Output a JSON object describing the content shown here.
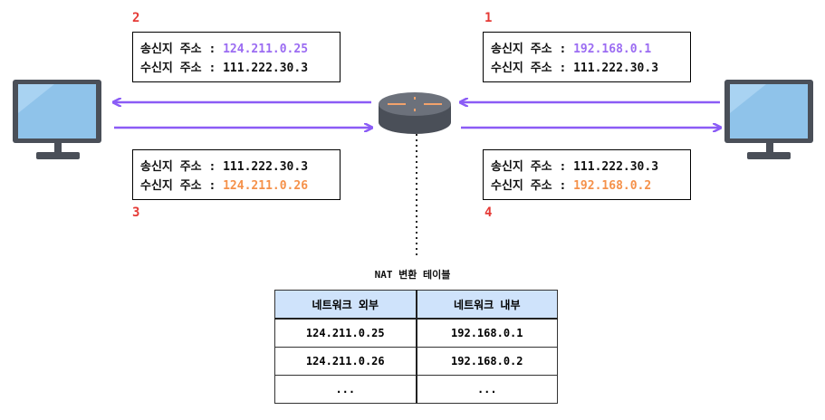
{
  "steps": [
    {
      "num": "2",
      "src_label": "송신지 주소 : ",
      "src": "124.211.0.25",
      "dst_label": "수신지 주소 : ",
      "dst": "111.222.30.3"
    },
    {
      "num": "1",
      "src_label": "송신지 주소 : ",
      "src": "192.168.0.1",
      "dst_label": "수신지 주소 : ",
      "dst": "111.222.30.3"
    },
    {
      "num": "3",
      "src_label": "송신지 주소 : ",
      "src": "111.222.30.3",
      "dst_label": "수신지 주소 : ",
      "dst": "124.211.0.26"
    },
    {
      "num": "4",
      "src_label": "송신지 주소 : ",
      "src": "111.222.30.3",
      "dst_label": "수신지 주소 : ",
      "dst": "192.168.0.2"
    }
  ],
  "colors": {
    "highlight_purple": "#9b6cf2",
    "highlight_orange": "#f5914a",
    "arrow": "#8b5cf6",
    "step_number": "#e53935",
    "header_bg": "#cfe3fb"
  },
  "icons": [
    "monitor-icon",
    "router-icon"
  ],
  "nat_table": {
    "title": "NAT 변환 테이블",
    "headers": [
      "네트워크 외부",
      "네트워크 내부"
    ],
    "rows": [
      [
        "124.211.0.25",
        "192.168.0.1"
      ],
      [
        "124.211.0.26",
        "192.168.0.2"
      ],
      [
        "...",
        "..."
      ]
    ]
  }
}
